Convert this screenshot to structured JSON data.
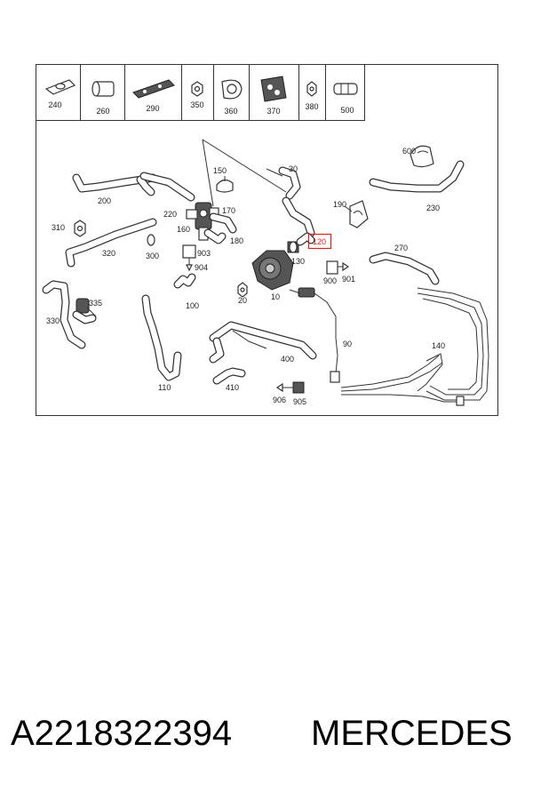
{
  "thumbnails": [
    "240",
    "260",
    "290",
    "350",
    "360",
    "370",
    "380",
    "500"
  ],
  "callouts": {
    "c600": "600",
    "c230": "230",
    "c150": "150",
    "c30": "30",
    "c200": "200",
    "c190": "190",
    "c170": "170",
    "c220": "220",
    "c310": "310",
    "c160": "160",
    "c180": "180",
    "c120": "120",
    "c270": "270",
    "c320": "320",
    "c300": "300",
    "c903": "903",
    "c130": "130",
    "c904": "904",
    "c900": "900",
    "c901": "901",
    "c20": "20",
    "c10": "10",
    "c335": "335",
    "c100": "100",
    "c330": "330",
    "c90": "90",
    "c140": "140",
    "c400": "400",
    "c110": "110",
    "c410": "410",
    "c906": "906",
    "c905": "905"
  },
  "highlighted_callout": "120",
  "highlight_color": "#e02020",
  "footer": {
    "part_number": "A2218322394",
    "brand": "MERCEDES"
  }
}
